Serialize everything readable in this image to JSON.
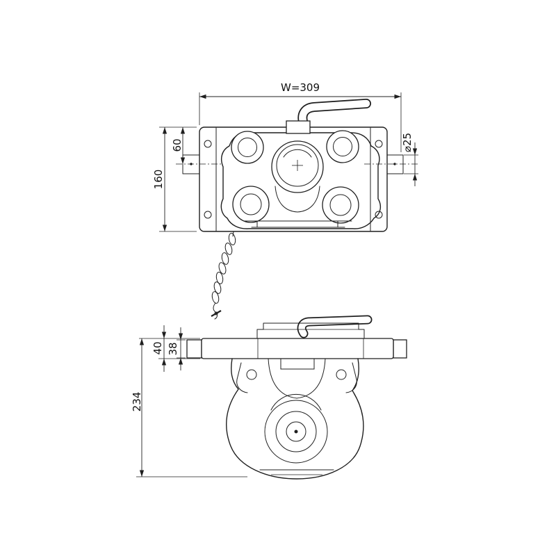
{
  "colors": {
    "line": "#1f1f1f",
    "background": "#ffffff"
  },
  "front_view": {
    "dim_overall_width": "W=309",
    "dim_plate_height": "160",
    "dim_pin_offset": "60",
    "dim_pin_diameter": "⌀25"
  },
  "side_view": {
    "dim_plate_thickness": "40",
    "dim_stub_height": "38",
    "dim_overall_height": "234"
  }
}
